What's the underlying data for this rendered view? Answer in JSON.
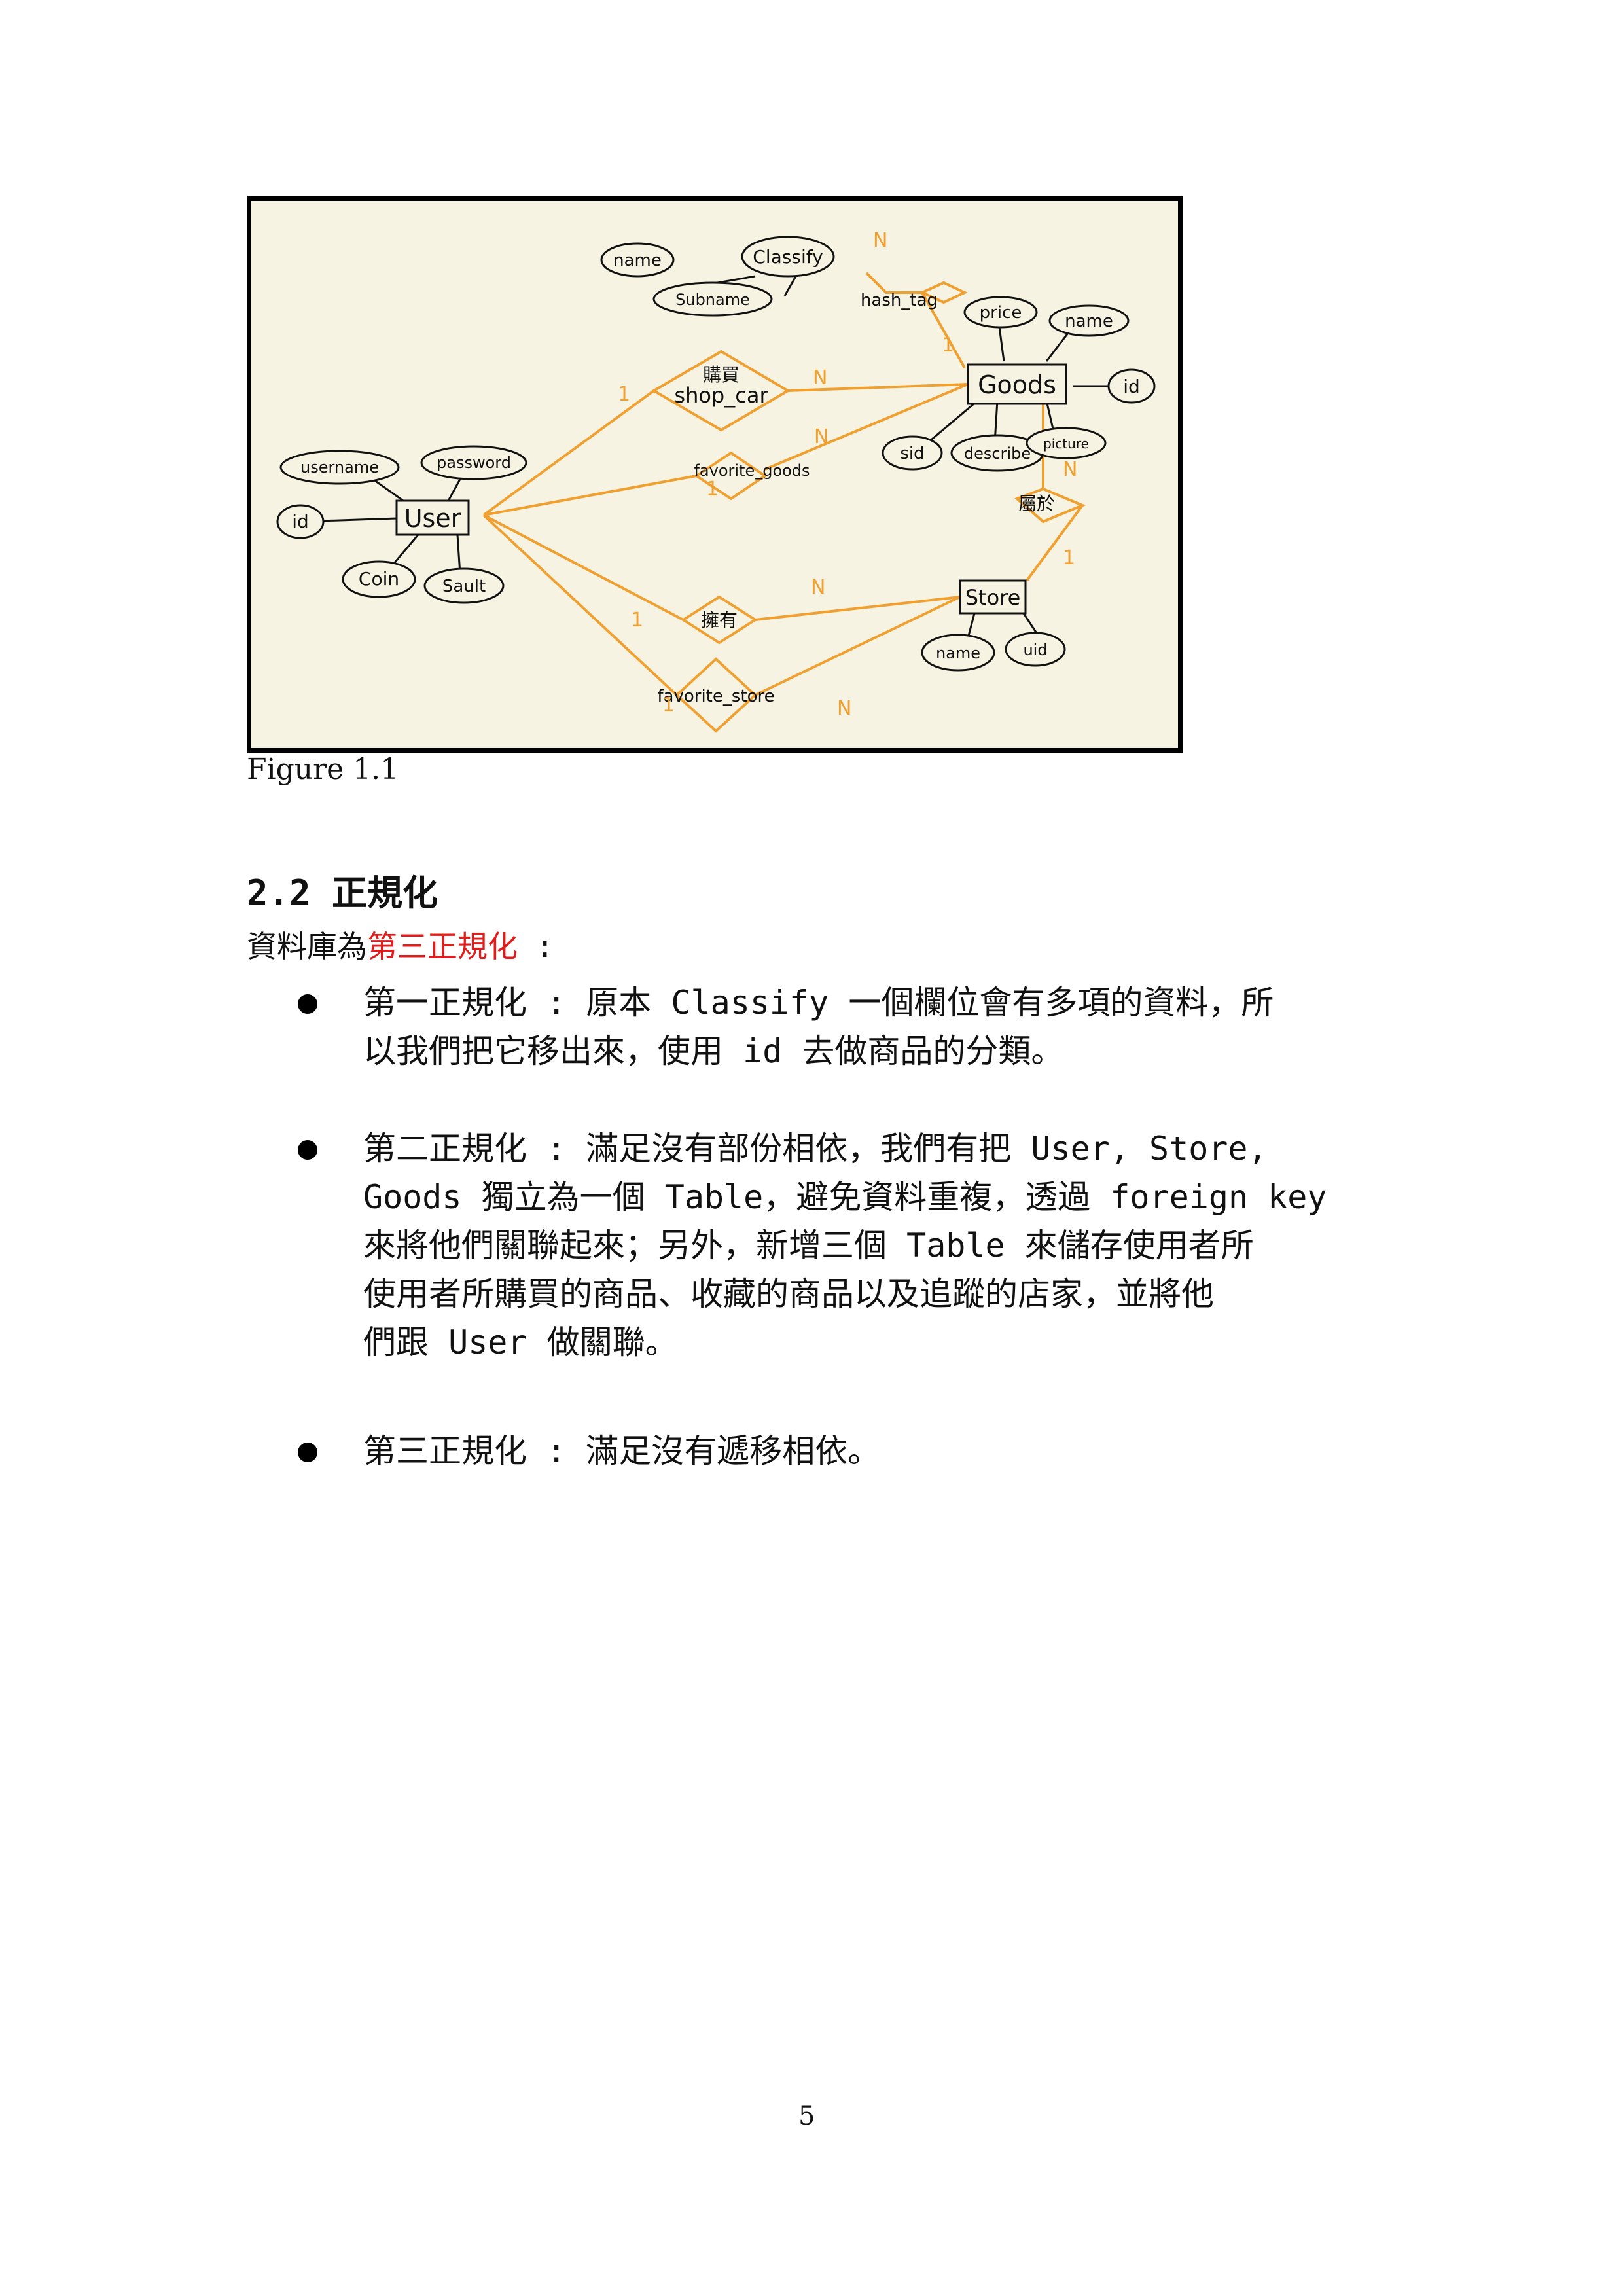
{
  "figure": {
    "caption": "Figure 1.1",
    "diagram": {
      "entities": [
        "User",
        "Goods",
        "Store",
        "Classify"
      ],
      "relationships": [
        "購買 shop_car",
        "favorite_goods",
        "擁有",
        "favorite_store",
        "hash_tag",
        "屬於"
      ],
      "attributes": {
        "user": [
          "username",
          "password",
          "id",
          "Coin",
          "Sault"
        ],
        "goods": [
          "price",
          "name",
          "id",
          "sid",
          "describe",
          "picture"
        ],
        "store": [
          "name",
          "uid"
        ],
        "classify": [
          "name",
          "Subname"
        ]
      },
      "labels": {
        "user": "User",
        "goods": "Goods",
        "store": "Store",
        "classify": "Classify",
        "buy": "購買",
        "shop_car": "shop_car",
        "favorite_goods": "favorite_goods",
        "own": "擁有",
        "favorite_store": "favorite_store",
        "hash_tag": "hash_tag",
        "belong": "屬於",
        "username": "username",
        "password": "password",
        "user_id": "id",
        "coin": "Coin",
        "sault": "Sault",
        "price": "price",
        "goods_name": "name",
        "goods_id": "id",
        "sid": "sid",
        "describe": "describe",
        "picture": "picture",
        "store_name": "name",
        "uid": "uid",
        "classify_name": "name",
        "subname": "Subname",
        "one": "1",
        "many": "N"
      },
      "colors": {
        "relationship_line": "#f0a030",
        "attribute_line": "#111111",
        "background": "#f6f3e2"
      }
    }
  },
  "section": {
    "heading": "2.2 正規化",
    "intro_prefix": "資料庫為",
    "intro_highlight": "第三正規化",
    "intro_suffix": " :",
    "highlight_color": "#e21b1b",
    "bullets": [
      {
        "lines": [
          "第一正規化 : 原本 Classify 一個欄位會有多項的資料，所",
          "以我們把它移出來，使用 id 去做商品的分類。"
        ]
      },
      {
        "lines": [
          "第二正規化 : 滿足沒有部份相依，我們有把 User, Store,",
          "Goods 獨立為一個 Table，避免資料重複，透過 foreign key",
          "來將他們關聯起來；另外，新增三個 Table 來儲存使用者所",
          "使用者所購買的商品、收藏的商品以及追蹤的店家，並將他",
          "們跟 User 做關聯。"
        ]
      },
      {
        "lines": [
          "第三正規化 : 滿足沒有遞移相依。"
        ]
      }
    ]
  },
  "page_number": "5"
}
